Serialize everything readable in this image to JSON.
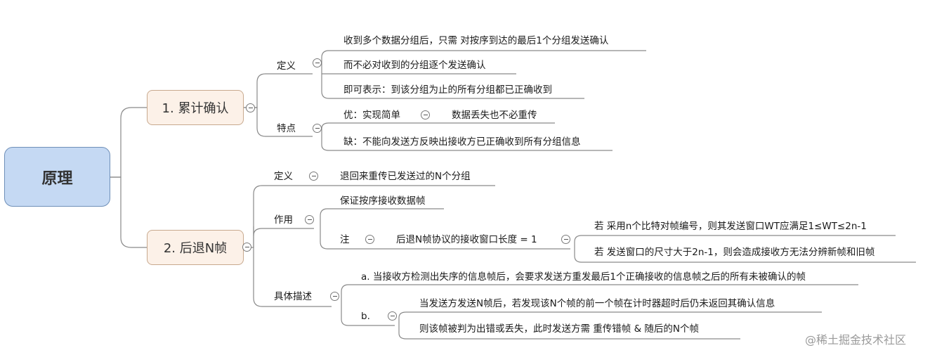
{
  "root": {
    "label": "原理"
  },
  "branch1": {
    "label": "1. 累计确认",
    "definition": {
      "label": "定义",
      "items": [
        "收到多个数据分组后，只需 对按序到达的最后1个分组发送确认",
        "而不必对收到的分组逐个发送确认",
        "即可表示：到该分组为止的所有分组都已正确收到"
      ]
    },
    "features": {
      "label": "特点",
      "pro_label": "优：实现简单",
      "pro_detail": "数据丢失也不必重传",
      "con": "缺：不能向发送方反映出接收方已正确收到所有分组信息"
    }
  },
  "branch2": {
    "label": "2. 后退N帧",
    "definition": {
      "label": "定义",
      "text": "退回来重传已发送过的N个分组"
    },
    "role": {
      "label": "作用",
      "item1": "保证按序接收数据帧",
      "note_label": "注",
      "note_text": "后退N帧协议的接收窗口长度 = 1",
      "note_sub": [
        "若 采用n个比特对帧编号，则其发送窗口WT应满足1≤WT≤2n-1",
        "若 发送窗口的尺寸大于2n-1，则会造成接收方无法分辨新帧和旧帧"
      ]
    },
    "details": {
      "label": "具体描述",
      "a": "a. 当接收方检测出失序的信息帧后，会要求发送方重发最后1个正确接收的信息帧之后的所有未被确认的帧",
      "b_label": "b.",
      "b_items": [
        "当发送方发送N帧后，若发现该N个帧的前一个帧在计时器超时后仍未返回其确认信息",
        "则该帧被判为出错或丢失，此时发送方需 重传错帧 & 随后的N个帧"
      ]
    }
  },
  "watermark": "@稀土掘金技术社区"
}
